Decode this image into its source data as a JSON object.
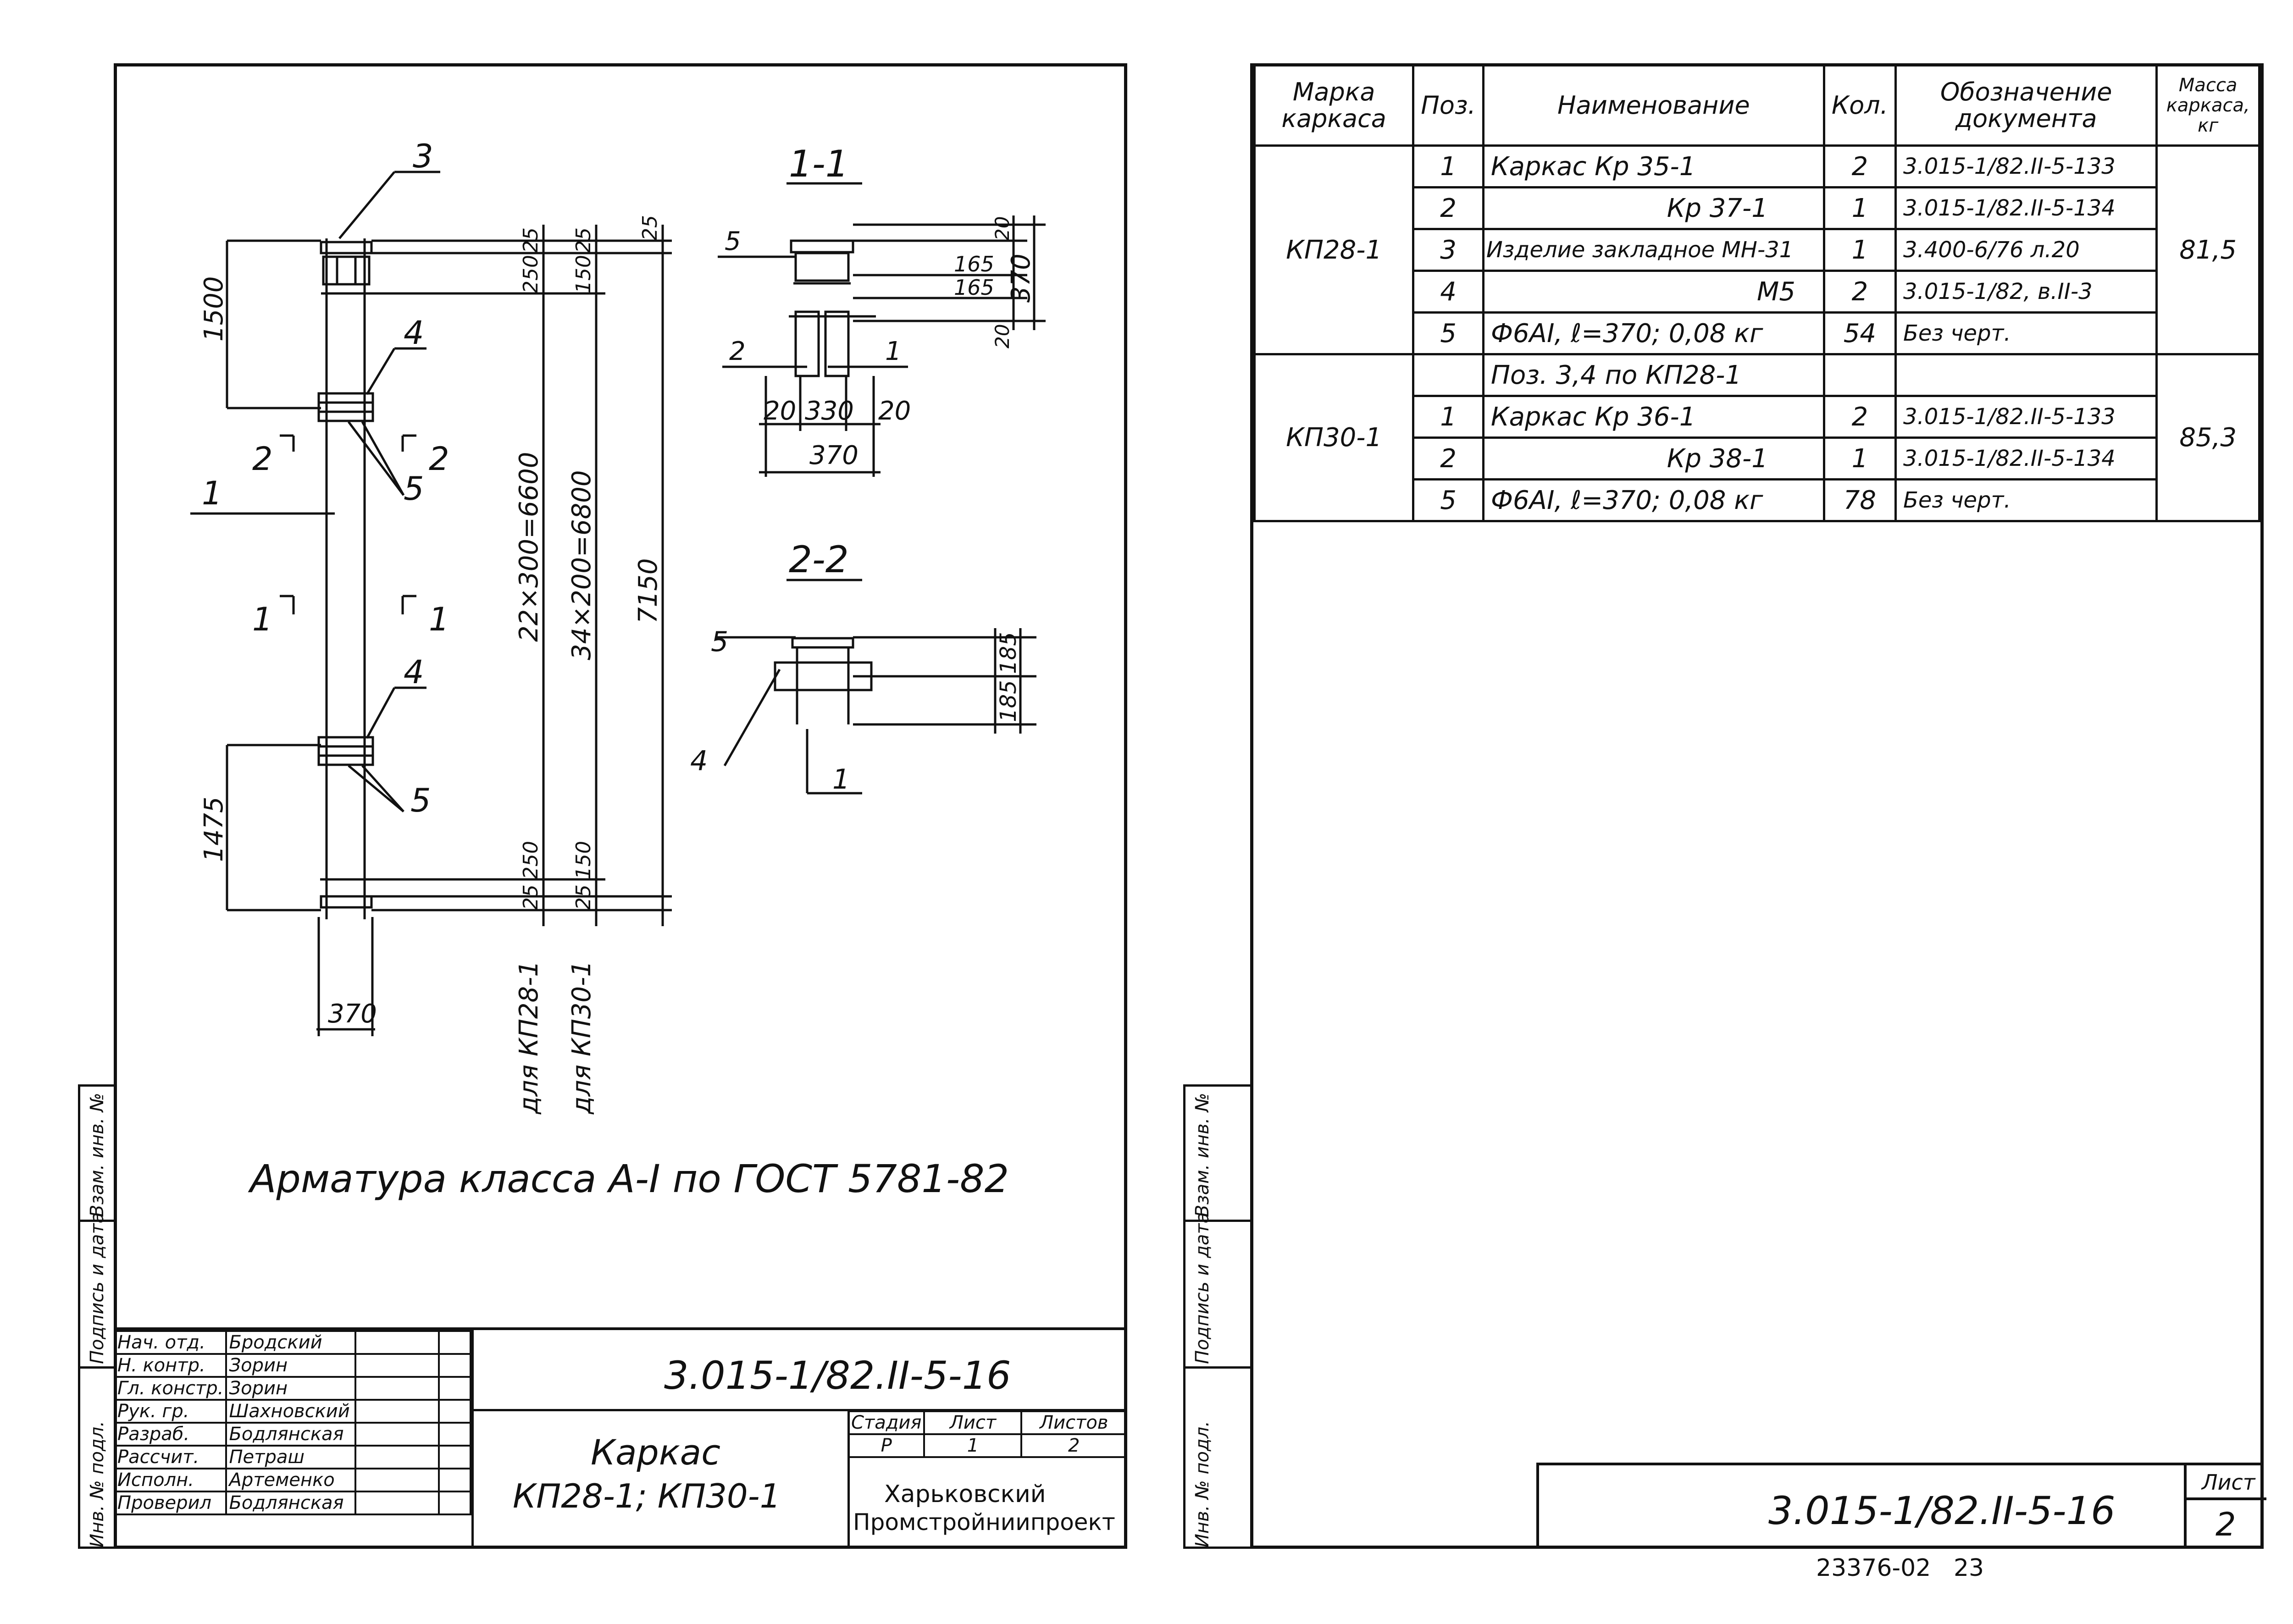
{
  "left_sheet": {
    "section_1_title": "1-1",
    "section_2_title": "2-2",
    "note": "Арматура класса А-I по ГОСТ 5781-82",
    "main_view": {
      "dim_1500": "1500",
      "dim_1475": "1475",
      "dim_370": "370",
      "dims_top": [
        "25",
        "250",
        "25",
        "150",
        "25"
      ],
      "dims_bottom": [
        "250",
        "25",
        "150",
        "25"
      ],
      "dim_kp28": "22×300=6600",
      "dim_kp30": "34×200=6800",
      "dim_total": "7150",
      "label_kp28": "для КП28-1",
      "label_kp30": "для КП30-1",
      "positions": [
        "3",
        "4",
        "5",
        "4",
        "5",
        "1",
        "2",
        "2",
        "1",
        "1"
      ]
    },
    "section_1": {
      "pos_5": "5",
      "pos_2": "2",
      "pos_1": "1",
      "dims_right": [
        "20",
        "165",
        "165",
        "20"
      ],
      "dim_370_right": "370",
      "dims_bottom": [
        "20",
        "330",
        "20"
      ],
      "dim_370_bottom": "370"
    },
    "section_2": {
      "pos_5": "5",
      "pos_4": "4",
      "pos_1": "1",
      "dims_right": [
        "185",
        "185"
      ]
    }
  },
  "title_block": {
    "doc_code": "3.015-1/82.II-5-16",
    "title_line1": "Каркас",
    "title_line2": "КП28-1; КП30-1",
    "stage_label": "Стадия",
    "sheet_label": "Лист",
    "sheets_label": "Листов",
    "stage": "Р",
    "sheet": "1",
    "sheets": "2",
    "org_line1": "Харьковский",
    "org_line2": "Промстройниипроект",
    "signers": [
      {
        "role": "Нач. отд.",
        "name": "Бродский"
      },
      {
        "role": "Н. контр.",
        "name": "Зорин"
      },
      {
        "role": "Гл. констр.",
        "name": "Зорин"
      },
      {
        "role": "Рук. гр.",
        "name": "Шахновский"
      },
      {
        "role": "Разраб.",
        "name": "Бодлянская"
      },
      {
        "role": "Рассчит.",
        "name": "Петраш"
      },
      {
        "role": "Исполн.",
        "name": "Артеменко"
      },
      {
        "role": "Проверил",
        "name": "Бодлянская"
      }
    ]
  },
  "side_stamp": {
    "inv_podl": "Инв. № подл.",
    "podpis": "Подпись и дата",
    "vzam": "Взам. инв. №"
  },
  "spec_table": {
    "headers": {
      "marka": "Марка каркаса",
      "pos": "Поз.",
      "name": "Наименование",
      "qty": "Кол.",
      "doc": "Обозначение документа",
      "mass": "Масса каркаса, кг"
    },
    "groups": [
      {
        "marka": "КП28-1",
        "mass": "81,5",
        "rows": [
          {
            "pos": "1",
            "name": "Каркас Кр 35-1",
            "qty": "2",
            "doc": "3.015-1/82.II-5-133"
          },
          {
            "pos": "2",
            "name": "Кр 37-1",
            "qty": "1",
            "doc": "3.015-1/82.II-5-134"
          },
          {
            "pos": "3",
            "name": "Изделие закладное МН-31",
            "qty": "1",
            "doc": "3.400-6/76 л.20"
          },
          {
            "pos": "4",
            "name": "М5",
            "qty": "2",
            "doc": "3.015-1/82, в.II-3"
          },
          {
            "pos": "5",
            "name": "Ф6АI, ℓ=370; 0,08 кг",
            "qty": "54",
            "doc": "Без черт."
          }
        ]
      },
      {
        "marka": "КП30-1",
        "mass": "85,3",
        "rows": [
          {
            "pos": "",
            "name": "Поз. 3,4 по КП28-1",
            "qty": "",
            "doc": ""
          },
          {
            "pos": "1",
            "name": "Каркас Кр 36-1",
            "qty": "2",
            "doc": "3.015-1/82.II-5-133"
          },
          {
            "pos": "2",
            "name": "Кр 38-1",
            "qty": "1",
            "doc": "3.015-1/82.II-5-134"
          },
          {
            "pos": "5",
            "name": "Ф6АI, ℓ=370; 0,08 кг",
            "qty": "78",
            "doc": "Без черт."
          }
        ]
      }
    ]
  },
  "right_title_block": {
    "doc_code": "3.015-1/82.II-5-16",
    "sheet_label": "Лист",
    "sheet": "2"
  },
  "footer_code": "23376-02   23"
}
